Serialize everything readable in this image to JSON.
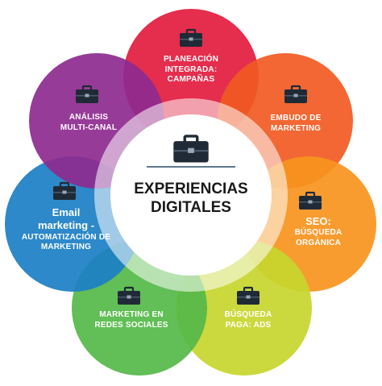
{
  "center": {
    "line1": "EXPERIENCIAS",
    "line2": "DIGITALES"
  },
  "petals": [
    {
      "id": "planeacion",
      "color": "#e31b3e",
      "icon": "briefcase-icon",
      "lines": [
        "PLANEACIÓN",
        "INTEGRADA:",
        "CAMPAÑAS"
      ]
    },
    {
      "id": "embudo",
      "color": "#f15a22",
      "icon": "briefcase-icon",
      "lines": [
        "EMBUDO DE",
        "MARKETING"
      ]
    },
    {
      "id": "seo",
      "color": "#f7941d",
      "icon": "briefcase-icon",
      "heading": "SEO:",
      "lines": [
        "BÚSQUEDA",
        "ORGÁNICA"
      ]
    },
    {
      "id": "busqueda-paga",
      "color": "#c7d62e",
      "icon": "briefcase-icon",
      "lines": [
        "BÚSQUEDA",
        "PAGA: ADS"
      ]
    },
    {
      "id": "redes-sociales",
      "color": "#55b848",
      "icon": "briefcase-icon",
      "lines": [
        "MARKETING EN",
        "REDES SOCIALES"
      ]
    },
    {
      "id": "email",
      "color": "#1b7fc4",
      "icon": "briefcase-icon",
      "heading": "Email",
      "heading2": "marketing -",
      "lines": [
        "AUTOMATIZACIÓN DE",
        "MARKETING"
      ]
    },
    {
      "id": "analisis",
      "color": "#8e2a8f",
      "icon": "briefcase-icon",
      "lines": [
        "ANÁLISIS",
        "MULTI-CANAL"
      ]
    }
  ]
}
